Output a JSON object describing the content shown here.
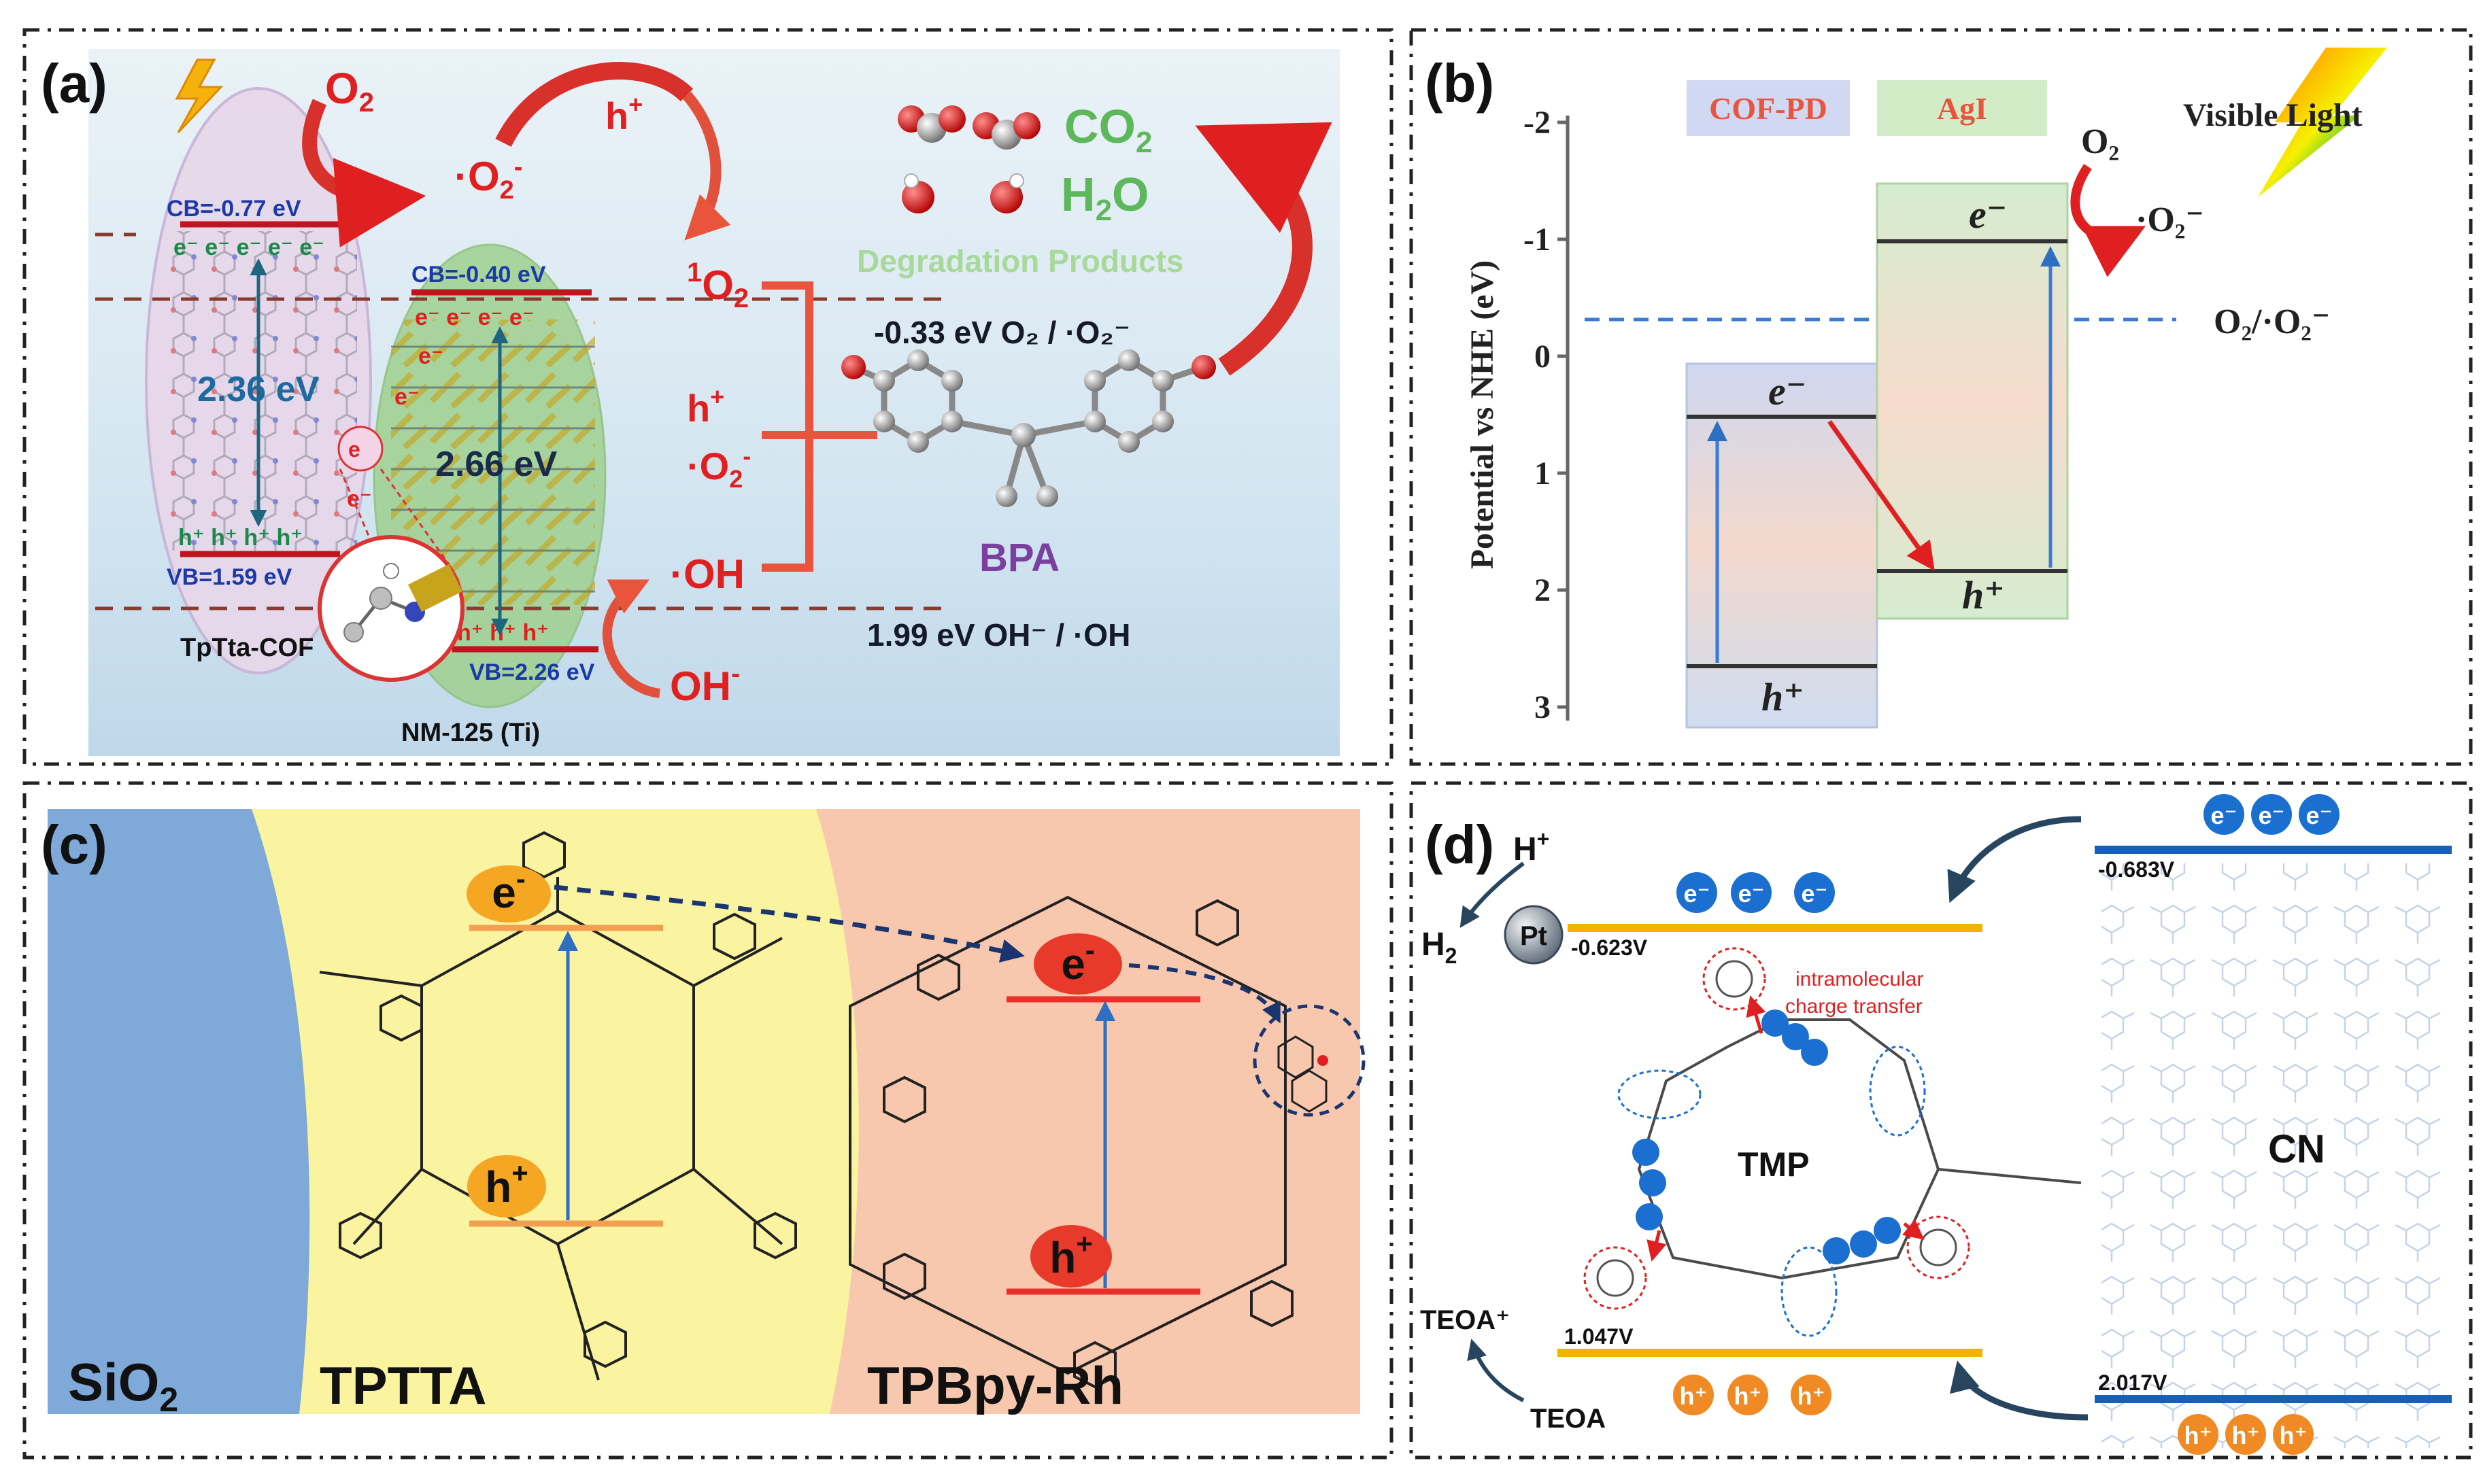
{
  "figure": {
    "panel_a": {
      "label": "(a)",
      "o2": "O",
      "o2_sub": "2",
      "superoxide_top": "·O",
      "superoxide_top_sub": "2",
      "superoxide_top_sup": "-",
      "hole_top": "h",
      "hole_top_sup": "+",
      "cb_cof": "CB=-0.77 eV",
      "cb_nm": "CB=-0.40 eV",
      "vb_cof": "VB=1.59 eV",
      "vb_nm": "VB=2.26 eV",
      "gap_cof": "2.36 eV",
      "gap_nm": "2.66 eV",
      "singlet_o2_sup": "1",
      "singlet_o2": "O",
      "singlet_o2_sub": "2",
      "h_plus": "h",
      "h_plus_sup": "+",
      "o2_radical": "·O",
      "o2_radical_sub": "2",
      "o2_radical_sup": "-",
      "oh_radical": "·OH",
      "oh_minus": "OH",
      "oh_minus_sup": "-",
      "co2": "CO",
      "co2_sub": "2",
      "h2o": "H",
      "h2o_sub": "2",
      "h2o_tail": "O",
      "degradation_products": "Degradation Products",
      "redox_o2": "-0.33 eV O₂ / ·O₂⁻",
      "redox_oh": "1.99 eV OH⁻ / ·OH",
      "bpa": "BPA",
      "tptta_cof": "TpTta-COF",
      "nm125": "NM-125 (Ti)",
      "e_minus": "e⁻",
      "h_plus_small": "h⁺"
    },
    "panel_b": {
      "label": "(b)",
      "legend_cof": "COF-PD",
      "legend_agi": "AgI",
      "visible_light": "Visible Light",
      "y_axis_label": "Potential vs NHE (eV)",
      "y_ticks": [
        "-2",
        "-1",
        "0",
        "1",
        "2",
        "3"
      ],
      "o2": "O₂",
      "o2_radical": "·O₂⁻",
      "redox_label": "O₂/·O₂⁻",
      "e_label": "e⁻",
      "h_label": "h⁺"
    },
    "panel_c": {
      "label": "(c)",
      "sio2": "SiO",
      "sio2_sub": "2",
      "tptta": "TPTTA",
      "tpbpy": "TPBpy-Rh",
      "e": "e",
      "e_sup": "-",
      "h": "h",
      "h_sup": "+"
    },
    "panel_d": {
      "label": "(d)",
      "h_plus": "H",
      "h_plus_sup": "+",
      "h2": "H",
      "h2_sub": "2",
      "pt": "Pt",
      "v_tmp_cb": "-0.623V",
      "v_cn_cb": "-0.683V",
      "v_tmp_vb": "1.047V",
      "v_cn_vb": "2.017V",
      "intramolecular_1": "intramolecular",
      "intramolecular_2": "charge transfer",
      "tmp": "TMP",
      "cn": "CN",
      "teoa_plus": "TEOA⁺",
      "teoa": "TEOA",
      "e": "e⁻",
      "h": "h⁺"
    }
  },
  "colors": {
    "panel_a_bg": "#d6e7f2",
    "panel_c_sio2": "#7ea9d8",
    "panel_c_tptta": "#faf3a0",
    "panel_c_tpbpy": "#f8c8ae",
    "accent_red": "#e02020",
    "electron_blue": "#1a6fd0",
    "hole_orange": "#f08a24",
    "band_gold": "#f2b300"
  }
}
